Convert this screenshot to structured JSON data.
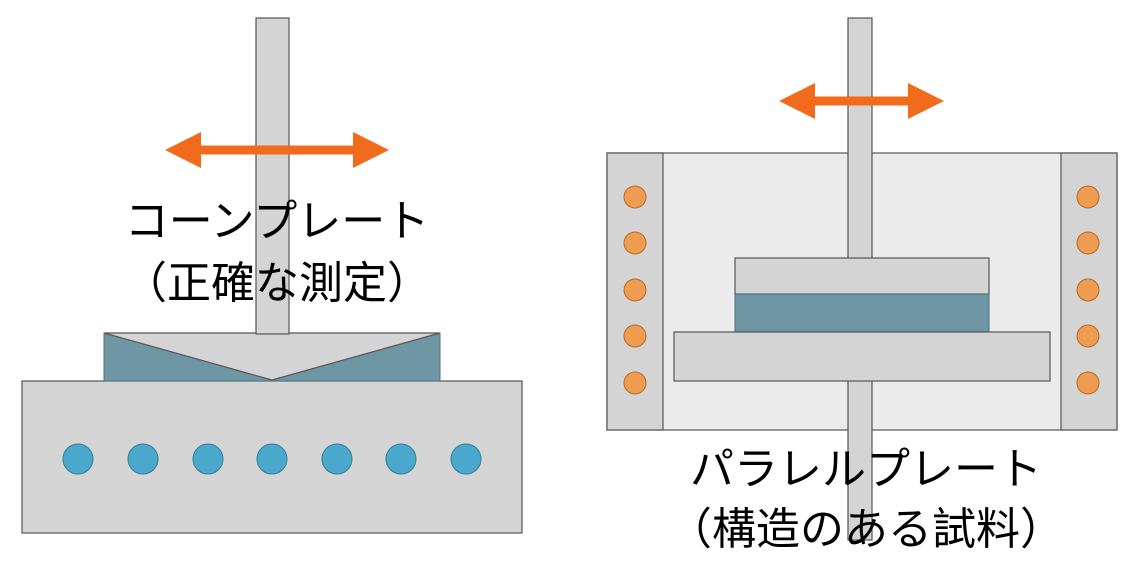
{
  "left_diagram": {
    "title": "コーンプレート",
    "subtitle": "（正確な測定）"
  },
  "right_diagram": {
    "title": "パラレルプレート",
    "subtitle": "（構造のある試料）"
  },
  "colors": {
    "arrow": "#f26b1d",
    "metal": "#d4d4d4",
    "metal_light": "#ebebeb",
    "sample": "#6f96a4",
    "cone_coolant_dot": "#4aa8cc",
    "parallel_heater_dot": "#ef9b52",
    "outline": "#555555"
  },
  "icons": {
    "left_arrow": "double-headed-arrow",
    "right_arrow": "double-headed-arrow"
  }
}
